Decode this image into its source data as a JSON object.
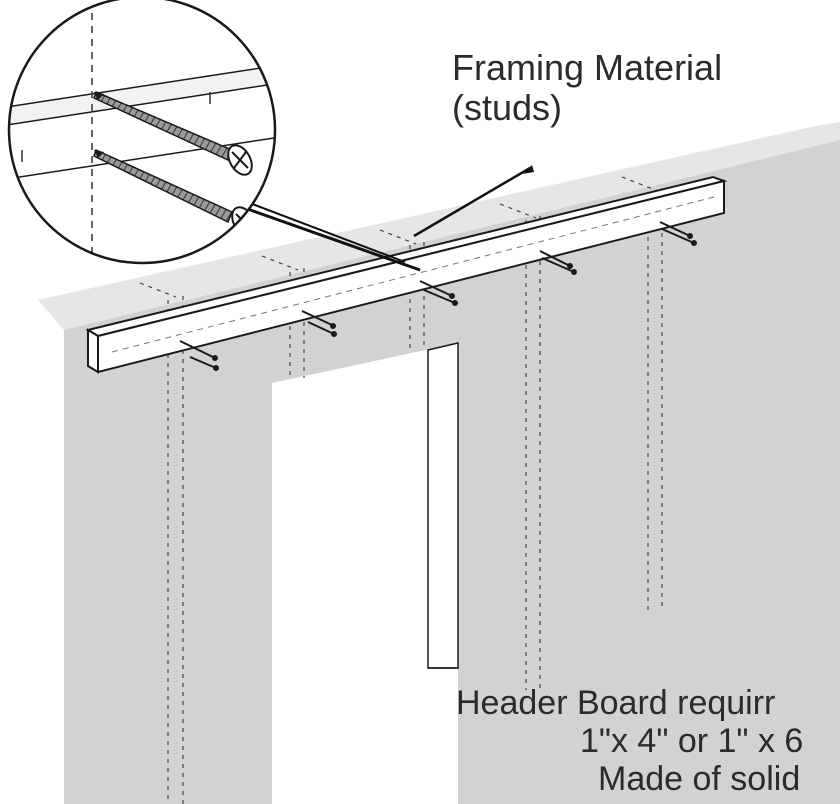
{
  "labels": {
    "framing_material": {
      "line1": "Framing Material",
      "line2": "(studs)"
    },
    "header_board": {
      "line1": "Header Board requirr",
      "line2": "1\"x 4\" or 1\" x 6",
      "line3": "Made of solid"
    }
  },
  "colors": {
    "wall": "#d2d2d2",
    "wall_top": "#e4e4e4",
    "board": "#ffffff",
    "outline": "#1a1a1a",
    "leader": "#111111",
    "text": "#2b2b2b"
  },
  "icons": {
    "screw": "screw-icon",
    "magnifier": "zoom-circle"
  }
}
